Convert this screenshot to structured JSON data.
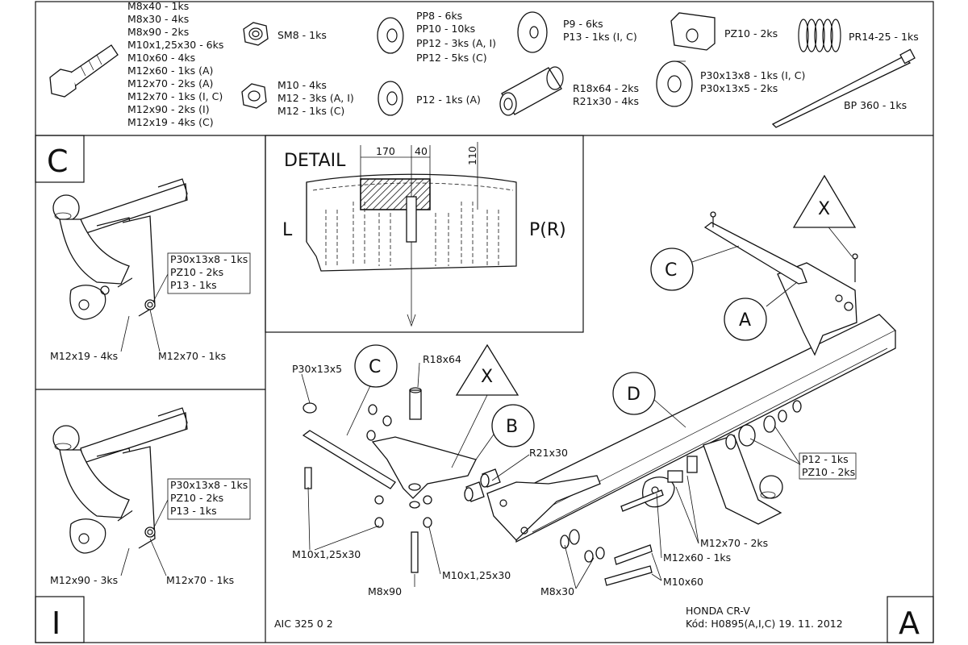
{
  "parts": {
    "bolt_list": [
      "M8x40 - 1ks",
      "M8x30 - 4ks",
      "M8x90 - 2ks",
      "M10x1,25x30 - 6ks",
      "M10x60 - 4ks",
      "M12x60 - 1ks (A)",
      "M12x70 - 2ks (A)",
      "M12x70 - 1ks (I, C)",
      "M12x90 - 2ks (I)",
      "M12x19 - 4ks (C)"
    ],
    "nut_sm8": "SM8 - 1ks",
    "nut_list": [
      "M10 - 4ks",
      "M12 - 3ks (A, I)",
      "M12 - 1ks (C)"
    ],
    "washer_pp_list": [
      "PP8 - 6ks",
      "PP10 - 10ks",
      "PP12 - 3ks (A, I)",
      "PP12 - 5ks (C)"
    ],
    "washer_p12": "P12 - 1ks (A)",
    "washer_p9_list": [
      "P9 - 6ks",
      "P13 - 1ks (I, C)"
    ],
    "spacer_list": [
      "R18x64 - 2ks",
      "R21x30 - 4ks"
    ],
    "pz10": "PZ10 - 2ks",
    "p30_list": [
      "P30x13x8 - 1ks (I, C)",
      "P30x13x5 - 2ks"
    ],
    "spring": "PR14-25 - 1ks",
    "tie": "BP 360 - 1ks"
  },
  "detail": {
    "title": "DETAIL",
    "dim_170": "170",
    "dim_40": "40",
    "dim_110": "110",
    "left": "L",
    "right": "P(R)"
  },
  "panel_c": {
    "letter": "C",
    "box": [
      "P30x13x8 - 1ks",
      "PZ10 - 2ks",
      "P13 - 1ks"
    ],
    "label_left": "M12x19 - 4ks",
    "label_right": "M12x70 - 1ks"
  },
  "panel_i": {
    "letter": "I",
    "box": [
      "P30x13x8 - 1ks",
      "PZ10 - 2ks",
      "P13 - 1ks"
    ],
    "label_left": "M12x90 - 3ks",
    "label_right": "M12x70 - 1ks"
  },
  "assembly": {
    "bubble_c1": "C",
    "bubble_a": "A",
    "bubble_x1": "X",
    "bubble_d": "D",
    "bubble_c2": "C",
    "bubble_x2": "X",
    "bubble_b": "B",
    "l_p30x13x5": "P30x13x5",
    "l_r18x64": "R18x64",
    "l_r21x30": "R21x30",
    "l_m10x1_a": "M10x1,25x30",
    "l_m10x1_b": "M10x1,25x30",
    "l_m8x90": "M8x90",
    "l_m8x30": "M8x30",
    "l_m10x60": "M10x60",
    "l_m12x60": "M12x60 - 1ks",
    "l_m12x70": "M12x70 - 2ks",
    "l_p12box": [
      "P12 - 1ks",
      "PZ10 - 2ks"
    ],
    "code": "AIC 325 0 2",
    "car": "HONDA CR-V",
    "kod": "Kód: H0895(A,I,C)  19. 11. 2012",
    "corner_letter": "A"
  }
}
